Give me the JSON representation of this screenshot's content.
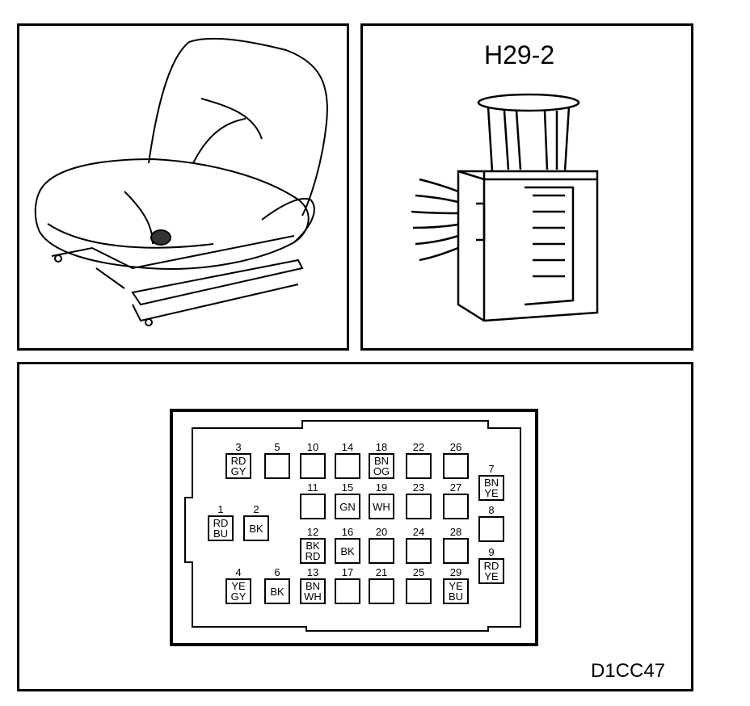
{
  "seat_panel": {},
  "connector_panel": {
    "title": "H29-2"
  },
  "pinout_panel": {
    "code": "D1CC47",
    "pins": [
      {
        "num": "3",
        "w1": "RD",
        "w2": "GY"
      },
      {
        "num": "5",
        "w1": "",
        "w2": ""
      },
      {
        "num": "10",
        "w1": "",
        "w2": ""
      },
      {
        "num": "14",
        "w1": "",
        "w2": ""
      },
      {
        "num": "18",
        "w1": "BN",
        "w2": "OG"
      },
      {
        "num": "22",
        "w1": "",
        "w2": ""
      },
      {
        "num": "26",
        "w1": "",
        "w2": ""
      },
      {
        "num": "7",
        "w1": "BN",
        "w2": "YE"
      },
      {
        "num": "11",
        "w1": "",
        "w2": ""
      },
      {
        "num": "15",
        "w1": "GN",
        "w2": ""
      },
      {
        "num": "19",
        "w1": "WH",
        "w2": ""
      },
      {
        "num": "23",
        "w1": "",
        "w2": ""
      },
      {
        "num": "27",
        "w1": "",
        "w2": ""
      },
      {
        "num": "8",
        "w1": "",
        "w2": ""
      },
      {
        "num": "1",
        "w1": "RD",
        "w2": "BU"
      },
      {
        "num": "2",
        "w1": "BK",
        "w2": ""
      },
      {
        "num": "12",
        "w1": "BK",
        "w2": "RD"
      },
      {
        "num": "16",
        "w1": "BK",
        "w2": ""
      },
      {
        "num": "20",
        "w1": "",
        "w2": ""
      },
      {
        "num": "24",
        "w1": "",
        "w2": ""
      },
      {
        "num": "28",
        "w1": "",
        "w2": ""
      },
      {
        "num": "9",
        "w1": "RD",
        "w2": "YE"
      },
      {
        "num": "4",
        "w1": "YE",
        "w2": "GY"
      },
      {
        "num": "6",
        "w1": "BK",
        "w2": ""
      },
      {
        "num": "13",
        "w1": "BN",
        "w2": "WH"
      },
      {
        "num": "17",
        "w1": "",
        "w2": ""
      },
      {
        "num": "21",
        "w1": "",
        "w2": ""
      },
      {
        "num": "25",
        "w1": "",
        "w2": ""
      },
      {
        "num": "29",
        "w1": "YE",
        "w2": "BU"
      }
    ]
  }
}
